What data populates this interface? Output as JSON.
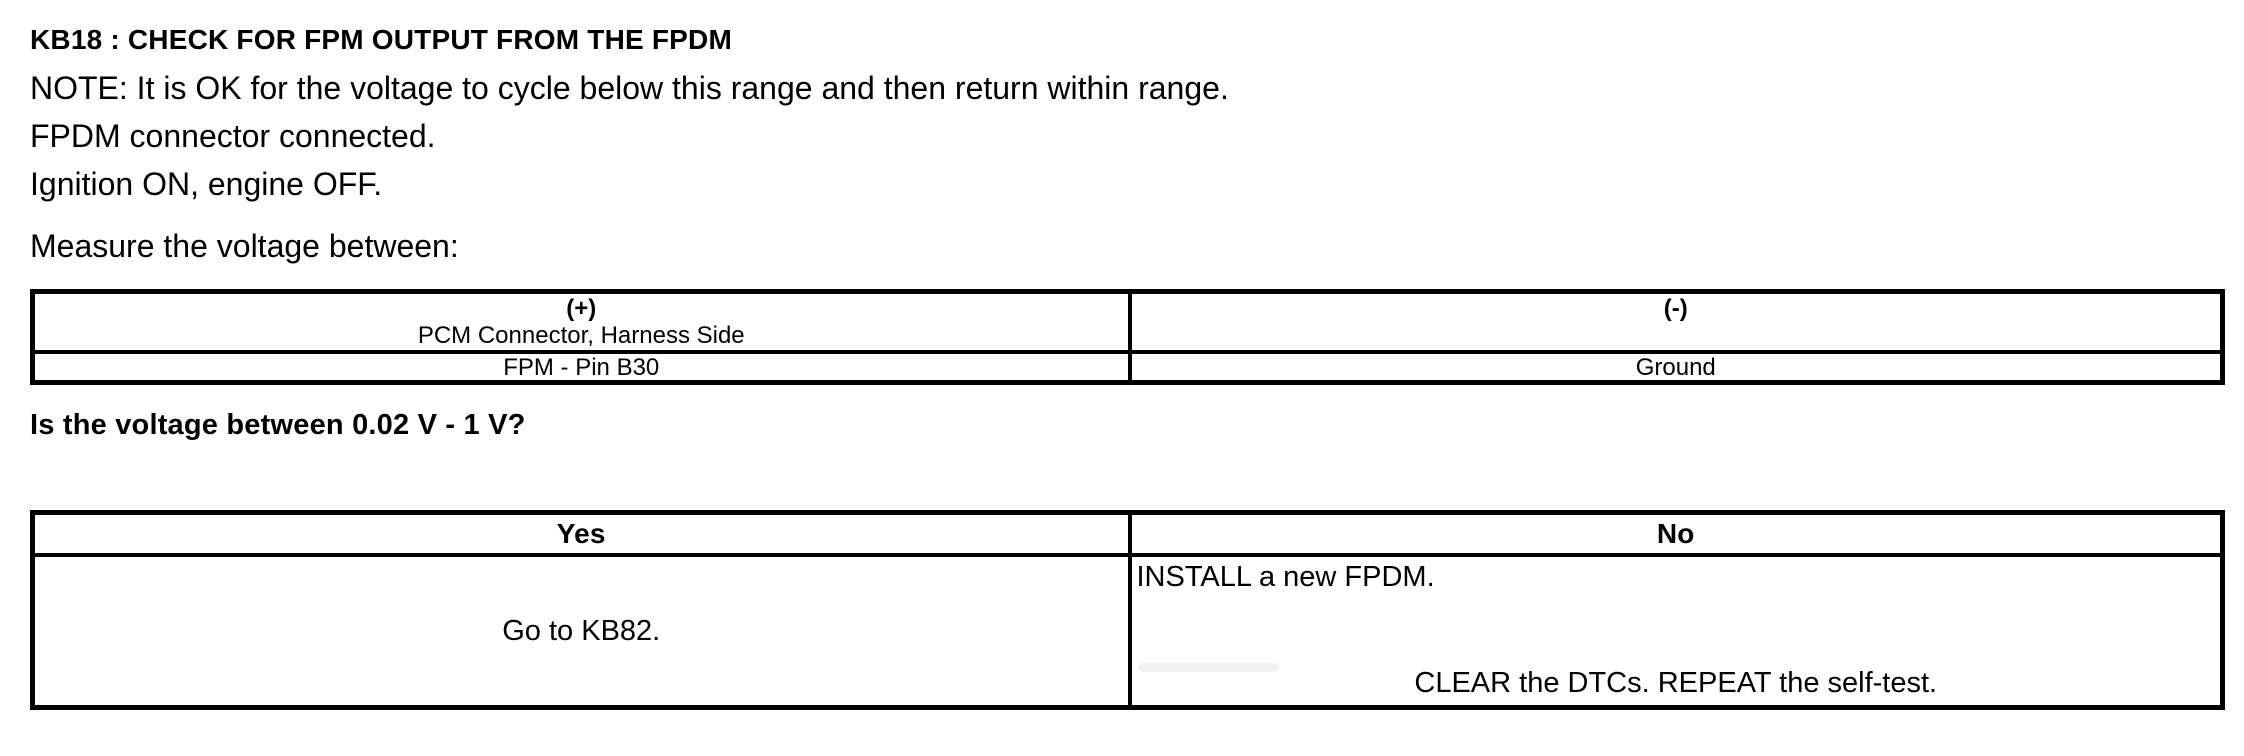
{
  "title": "KB18 : CHECK FOR FPM OUTPUT FROM THE FPDM",
  "instructions": {
    "note": "NOTE: It is OK for the voltage to cycle below this range and then return within range.",
    "connector": "FPDM connector connected.",
    "ignition": "Ignition ON, engine OFF.",
    "measure_intro": "Measure the voltage between:"
  },
  "measurement_table": {
    "positive_header": {
      "sign": "(+)",
      "location": "PCM Connector, Harness Side"
    },
    "negative_header": {
      "sign": "(-)"
    },
    "measurement_row": {
      "positive": "FPM - Pin B30",
      "negative": "Ground"
    }
  },
  "question": "Is the voltage between 0.02 V - 1 V?",
  "decision_table": {
    "yes_header": "Yes",
    "no_header": "No",
    "yes_action": "Go to KB82.",
    "no_action_primary": "INSTALL a new FPDM.",
    "no_action_secondary": "CLEAR the DTCs. REPEAT the self-test."
  }
}
